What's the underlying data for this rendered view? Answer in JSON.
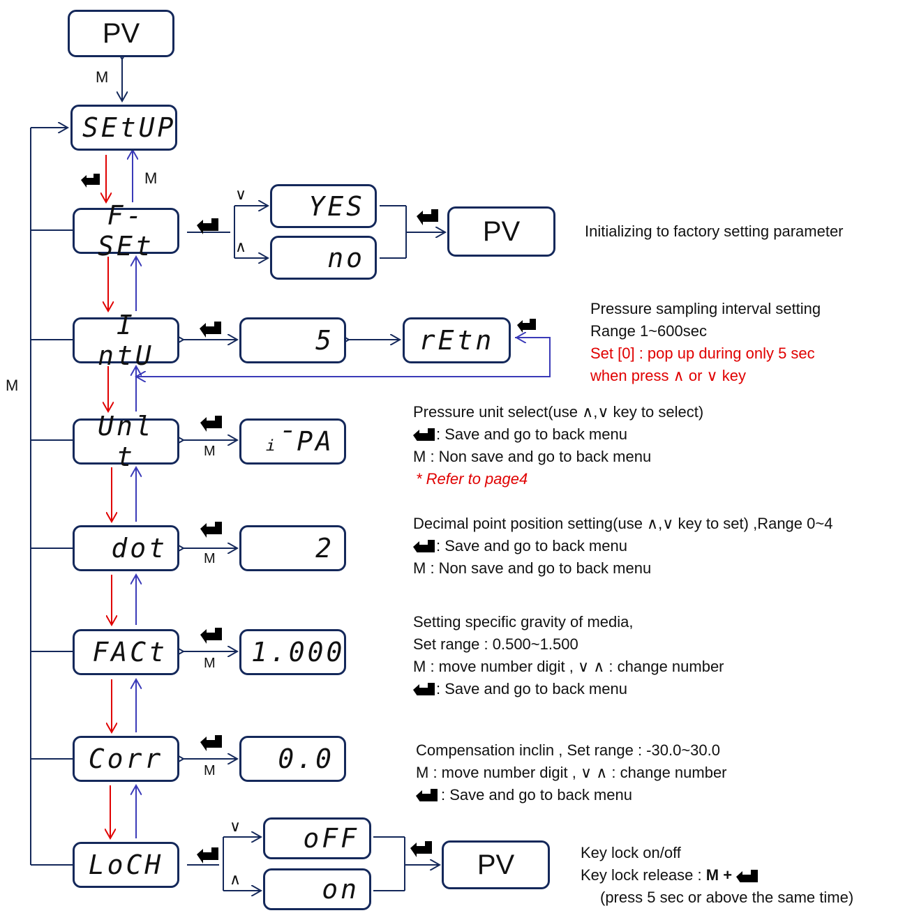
{
  "colors": {
    "box_border": "#14285a",
    "down_arrow": "#e00000",
    "up_arrow": "#3a3ab8",
    "note_red": "#e00000"
  },
  "icons": {
    "enter": "enter-key-icon"
  },
  "displays": {
    "pv_top": "PV",
    "setup": "SEtUP",
    "fset": "F-SEt",
    "yes": "YES",
    "no": "no",
    "pv_fset": "PV",
    "intv": "I ntU",
    "intv_val": "5",
    "retn": "rEtn",
    "unit": "Unl t",
    "unit_val": "ᵢ̄PA",
    "dot": "dot",
    "dot_val": "2",
    "fact": "FACt",
    "fact_val": "1.000",
    "corr": "Corr",
    "corr_val": "0.0",
    "loch": "LoCH",
    "off": "oFF",
    "on": "on",
    "pv_loch": "PV"
  },
  "labels": {
    "m": "M",
    "down_key": "∨",
    "up_key": "∧"
  },
  "notes": {
    "fset": "Initializing to factory setting parameter",
    "intv_1": "Pressure sampling interval setting",
    "intv_2": "Range 1~600sec",
    "intv_3": "Set [0] : pop up during only 5 sec",
    "intv_4": "when press ∧ or ∨ key",
    "unit_1": "Pressure unit select(use ∧,∨ key to select)",
    "unit_2": ": Save and go to back menu",
    "unit_3": "M  : Non save and go to back menu",
    "unit_4": "* Refer to page4",
    "dot_1": "Decimal point position  setting(use ∧,∨ key to set) ,Range 0~4",
    "dot_2": ": Save and go to back menu",
    "dot_3": "M  : Non save and go to back menu",
    "fact_1": "Setting specific gravity of media,",
    "fact_2": "Set range : 0.500~1.500",
    "fact_3": "M : move number digit , ∨ ∧ : change number",
    "fact_4": ": Save and go to back menu",
    "corr_1": "Compensation inclin , Set range : -30.0~30.0",
    "corr_2": "M  : move number digit , ∨ ∧ : change number",
    "corr_3": ": Save and go to back menu",
    "loch_1": "Key lock on/off",
    "loch_2": "Key lock  release : ",
    "loch_2b": "M + ",
    "loch_3": "(press 5 sec or above the same time)"
  }
}
